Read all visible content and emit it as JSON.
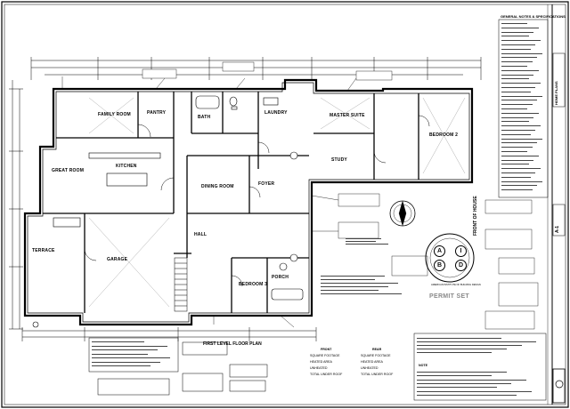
{
  "plan_title": "FIRST LEVEL FLOOR PLAN",
  "front_label": "FRONT OF HOUSE",
  "permit_label": "PERMIT SET",
  "general_notes_title": "GENERAL NOTES & SPECIFICATIONS",
  "rooms": {
    "garage": "GARAGE",
    "great_room": "GREAT ROOM",
    "kitchen": "KITCHEN",
    "dining": "DINING ROOM",
    "family": "FAMILY ROOM",
    "master": "MASTER SUITE",
    "bedroom3": "BEDROOM 3",
    "bath": "BATH",
    "porch": "PORCH",
    "terrace": "TERRACE",
    "study": "STUDY",
    "bedroom2": "BEDROOM 2",
    "hall": "HALL",
    "laundry": "LAUNDRY",
    "pantry": "PANTRY",
    "foyer": "FOYER"
  },
  "seal": {
    "letters": [
      "A",
      "I",
      "B",
      "D"
    ],
    "caption": "AMERICAN INSTITUTE OF BUILDING DESIGN"
  },
  "elevations": {
    "front_title": "FRONT",
    "rear_title": "REAR",
    "front_lines": [
      "SQUARE FOOTAGE",
      "HEATED AREA",
      "UNHEATED",
      "TOTAL UNDER ROOF"
    ],
    "rear_lines": [
      "SQUARE FOOTAGE",
      "HEATED AREA",
      "UNHEATED",
      "TOTAL UNDER ROOF"
    ]
  },
  "side_notes": {
    "sheet_name": "HOME PLANS",
    "sheet_number": "A-1"
  },
  "note_heading": "NOTE",
  "icons": [
    "north-arrow-icon",
    "compass-seal-icon",
    "section-marker-icon"
  ]
}
